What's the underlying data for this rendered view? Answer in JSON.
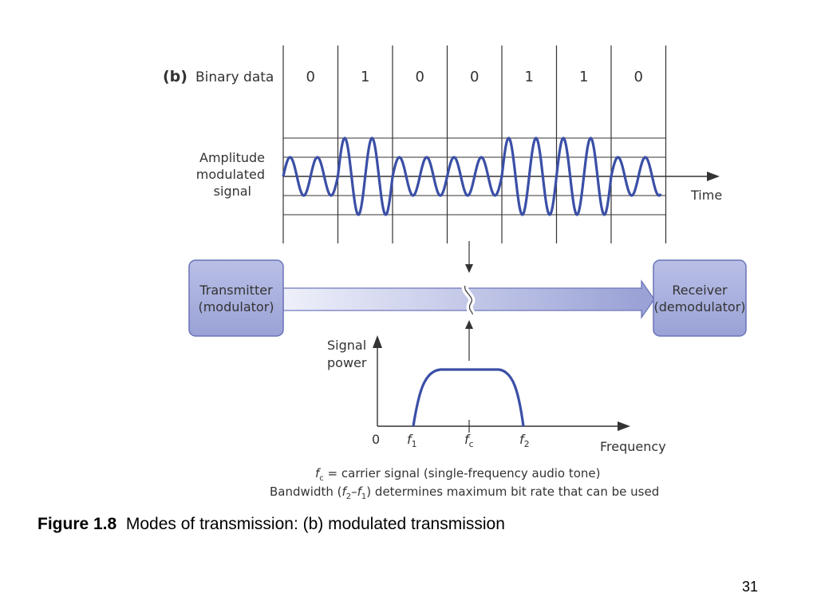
{
  "panel": {
    "letter": "(b)",
    "row_label": "Binary data"
  },
  "bits": [
    "0",
    "1",
    "0",
    "0",
    "1",
    "1",
    "0"
  ],
  "signal_label": {
    "line1": "Amplitude",
    "line2": "modulated",
    "line3": "signal"
  },
  "time_label": "Time",
  "transmitter": {
    "line1": "Transmitter",
    "line2": "(modulator)"
  },
  "receiver": {
    "line1": "Receiver",
    "line2": "(demodulator)"
  },
  "spectrum": {
    "ylabel_line1": "Signal",
    "ylabel_line2": "power",
    "xlabel": "Frequency",
    "zero": "0",
    "f_sym": "f",
    "sub1": "1",
    "subc": "c",
    "sub2": "2"
  },
  "notes": {
    "carrier_rest": " = carrier signal (single-frequency audio tone)",
    "bw_prefix": "Bandwidth (",
    "bw_dash": "–",
    "bw_suffix": ") determines maximum bit rate that can be used"
  },
  "caption": {
    "number": "Figure 1.8",
    "text": "Modes of transmission: (b) modulated transmission"
  },
  "page_number": "31",
  "colors": {
    "wave": "#3a4fa6",
    "box_fill": "#a9b0dc",
    "box_stroke": "#6a73b8",
    "arrow_light": "#e8eaf6",
    "arrow_dark": "#9aa2d6"
  }
}
